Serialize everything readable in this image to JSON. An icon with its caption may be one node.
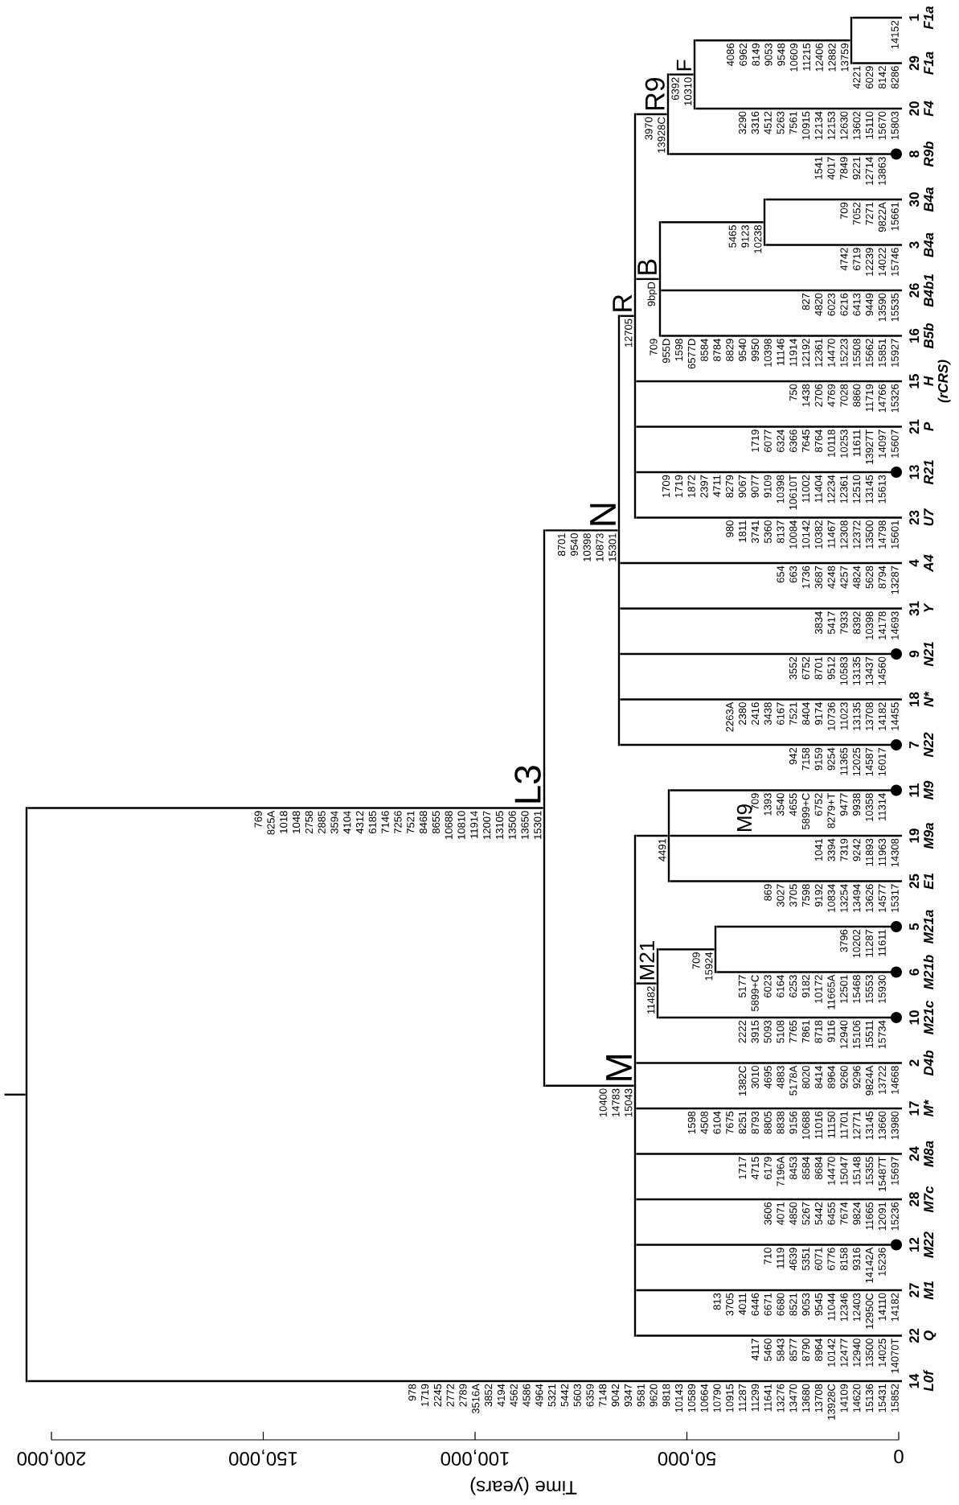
{
  "diagram": {
    "nodes": [
      {
        "text": [],
        "shape": "bar"
      },
      {
        "text": [
          "L3"
        ]
      },
      {
        "text": [
          "M"
        ]
      },
      {
        "text": [
          "M21"
        ]
      },
      {
        "text": [],
        "shape": "bar"
      },
      {
        "text": [
          "M9"
        ]
      },
      {
        "text": [
          "N"
        ]
      },
      {
        "text": [
          "R"
        ]
      },
      {
        "text": [
          "B"
        ]
      },
      {
        "text": [],
        "shape": "bar"
      },
      {
        "text": [
          "R9"
        ]
      },
      {
        "text": [
          "F"
        ]
      },
      {
        "text": [],
        "shape": "bar"
      },
      {
        "text": [
          "14",
          "L0f"
        ]
      },
      {
        "text": [
          "22",
          "Q"
        ]
      },
      {
        "text": [
          "27",
          "M1"
        ]
      },
      {
        "text": [
          "12",
          "M22"
        ]
      },
      {
        "text": [
          "28",
          "M7c"
        ]
      },
      {
        "text": [
          "24",
          "M8a"
        ]
      },
      {
        "text": [
          "17",
          "M*"
        ]
      },
      {
        "text": [
          "2",
          "D4b"
        ]
      },
      {
        "text": [
          "10",
          "M21c"
        ]
      },
      {
        "text": [
          "6",
          "M21b"
        ]
      },
      {
        "text": [
          "5",
          "M21a"
        ]
      },
      {
        "text": [
          "25",
          "E1"
        ]
      },
      {
        "text": [
          "19",
          "M9a"
        ]
      },
      {
        "text": [
          "11",
          "M9"
        ]
      },
      {
        "text": [
          "7",
          "N22"
        ]
      },
      {
        "text": [
          "18",
          "N*"
        ]
      },
      {
        "text": [
          "9",
          "N21"
        ]
      },
      {
        "text": [
          "31",
          "Y"
        ]
      },
      {
        "text": [
          "4",
          "A4"
        ]
      },
      {
        "text": [
          "23",
          "U7"
        ]
      },
      {
        "text": [
          "13",
          "R21"
        ]
      },
      {
        "text": [
          "21",
          "P"
        ]
      },
      {
        "text": [
          "15",
          "H",
          "(rCRS)"
        ]
      },
      {
        "text": [
          "16",
          "B5b"
        ]
      },
      {
        "text": [
          "26",
          "B4b1"
        ]
      },
      {
        "text": [
          "3",
          "B4a"
        ]
      },
      {
        "text": [
          "30",
          "B4a"
        ]
      },
      {
        "text": [
          "8",
          "R9b"
        ]
      },
      {
        "text": [
          "20",
          "F4"
        ]
      },
      {
        "text": [
          "29",
          "F1a"
        ]
      },
      {
        "text": [
          "1",
          "F1a"
        ]
      }
    ],
    "edges": [
      {
        "from": null,
        "to": 0,
        "arrow": "none"
      },
      {
        "from": 0,
        "to": 13,
        "arrow": "none",
        "label": "978 1719 2245 2772 2789 3516A 3852 4194 4562 4586 4964 5321 5442 5603 6359 7148 9042 9347 9581 9620 9818 10143 10589 10664 10790 10915 11287 11299 11641 13276 13470 13680 13708 13928C 14109 14620 15136 15431 15852"
      },
      {
        "from": 0,
        "to": 1,
        "arrow": "none",
        "label": "769 825A 1018 1048 2758 2885 3594 4104 4312 6185 7146 7256 7521 8468 8655 10688 10810 11914 12007 13105 13506 13650 15301"
      },
      {
        "from": 1,
        "to": 2,
        "arrow": "none",
        "label": "10400 14783 15043"
      },
      {
        "from": 1,
        "to": 6,
        "arrow": "none",
        "label": "8701 9540 10398 10873 15301"
      },
      {
        "from": 2,
        "to": 14,
        "arrow": "none",
        "label": "4117 5460 5843 8577 8790 8964 10142 12477 12940 13500 14025 14070T"
      },
      {
        "from": 2,
        "to": 15,
        "arrow": "none",
        "label": "813 3705 4011 6446 6671 6680 8521 9053 9545 11044 12346 12403 12950C 14110 14182"
      },
      {
        "from": 2,
        "to": 16,
        "arrow": "other",
        "label": "710 1119 4639 5351 6071 6776 8158 9316 14142A 15236"
      },
      {
        "from": 2,
        "to": 17,
        "arrow": "none",
        "label": "3606 4071 4850 5267 5442 6455 7674 9824 11665 12091 15236"
      },
      {
        "from": 2,
        "to": 18,
        "arrow": "none",
        "label": "1717 4715 6179 7196A 8453 8584 8684 14470 15047 15148 15355 15487T 15697"
      },
      {
        "from": 2,
        "to": 19,
        "arrow": "none",
        "label": "1598 4508 6104 7675 8251 8793 8805 8838 9156 10688 11016 11150 11701 12771 13145 13660 13980"
      },
      {
        "from": 2,
        "to": 20,
        "arrow": "none",
        "label": "1382C 3010 4695 4883 5178A 8020 8414 8964 9260 9296 9824A 13722 14668"
      },
      {
        "from": 2,
        "to": 3,
        "arrow": "none",
        "label": "11482"
      },
      {
        "from": 2,
        "to": 5,
        "arrow": "none",
        "label": "4491"
      },
      {
        "from": 3,
        "to": 21,
        "arrow": "other",
        "label": "2222 3915 5093 5108 7765 7861 8718 9116 12940 15106 15511 15734"
      },
      {
        "from": 3,
        "to": 4,
        "arrow": "none",
        "label": "709 15924"
      },
      {
        "from": 4,
        "to": 22,
        "arrow": "other",
        "label": "5177 5899+C 6023 6164 6253 9182 10172 11665A 12501 15468 15553 15930"
      },
      {
        "from": 4,
        "to": 23,
        "arrow": "other",
        "label": "3796 10202 11287 11611"
      },
      {
        "from": 5,
        "to": 24,
        "arrow": "none",
        "label": "869 3027 3705 7598 9192 10834 13254 13494 13626 14577 15317"
      },
      {
        "from": 5,
        "to": 25,
        "arrow": "none",
        "label": "1041 3394 7319 9242 11893 11963 14308"
      },
      {
        "from": 5,
        "to": 26,
        "arrow": "other",
        "label": "709 1393 3540 4655 5899+C 6752 8279+T 9477 9938 10358 11314"
      },
      {
        "from": 6,
        "to": 27,
        "arrow": "other",
        "label": "942 7158 9159 9254 11365 12025 14587 16017"
      },
      {
        "from": 6,
        "to": 28,
        "arrow": "none",
        "label": "2263A 2380 2416 3438 6167 7521 8404 9174 10736 11023 13135 13708 14182 14455"
      },
      {
        "from": 6,
        "to": 29,
        "arrow": "other",
        "label": "3552 6752 8701 9512 10583 13135 13437 14560"
      },
      {
        "from": 6,
        "to": 30,
        "arrow": "none",
        "label": "3834 5417 7933 8392 10398 14178 14693"
      },
      {
        "from": 6,
        "to": 31,
        "arrow": "none",
        "label": "654 663 1736 3687 4248 4257 4824 5628 8794 13287"
      },
      {
        "from": 6,
        "to": 7,
        "arrow": "none",
        "label": "12705"
      },
      {
        "from": 7,
        "to": 32,
        "arrow": "none",
        "label": "980 1811 3741 5360 8137 10084 10142 10382 11467 12308 12372 13500 14798 15601"
      },
      {
        "from": 7,
        "to": 33,
        "arrow": "other",
        "label": "1709 1719 1872 2397 4711 8279 9067 9077 9109 10398 10610T 11002 11404 12234 12361 12510 13145 15613"
      },
      {
        "from": 7,
        "to": 34,
        "arrow": "none",
        "label": "1719 6077 6324 6366 7645 8764 10118 10253 11611 13927T 14097 15607"
      },
      {
        "from": 7,
        "to": 35,
        "arrow": "none",
        "label": "750 1438 2706 4769 7028 8860 11719 14766 15326"
      },
      {
        "from": 7,
        "to": 8,
        "arrow": "none",
        "label": "9bpD"
      },
      {
        "from": 7,
        "to": 10,
        "arrow": "none",
        "label": "3970 13928C"
      },
      {
        "from": 8,
        "to": 36,
        "arrow": "none",
        "label": "709 955D 1598 6577D 8584 8784 8829 9540 9950 10398 11146 11914 12192 12361 14470 15223 15508 15662 15851 15927"
      },
      {
        "from": 8,
        "to": 37,
        "arrow": "none",
        "label": "827 4820 6023 6216 6413 9449 13590 15535"
      },
      {
        "from": 8,
        "to": 9,
        "arrow": "none",
        "label": "5465 9123 10238"
      },
      {
        "from": 9,
        "to": 38,
        "arrow": "none",
        "label": "4742 6719 12239 14022 15746"
      },
      {
        "from": 9,
        "to": 39,
        "arrow": "none",
        "label": "709 7052 7271 9822A 15661"
      },
      {
        "from": 10,
        "to": 40,
        "arrow": "other",
        "label": "1541 4017 7849 9221 12714 13863"
      },
      {
        "from": 10,
        "to": 11,
        "arrow": "none",
        "label": "6392 10310"
      },
      {
        "from": 11,
        "to": 41,
        "arrow": "none",
        "label": "3290 3316 4512 5263 7561 10915 12134 12153 12630 13602 15110 15670 15803"
      },
      {
        "from": 11,
        "to": 12,
        "arrow": "none",
        "label": "4086 6962 8149 9053 9548 10609 11215 12406 12882 13759"
      },
      {
        "from": 12,
        "to": 42,
        "arrow": "none",
        "label": "4221 6029 8142 8286"
      },
      {
        "from": 12,
        "to": 43,
        "arrow": "none",
        "label": "14152"
      }
    ],
    "labels": [
      "200,000",
      "150,000",
      "100,000",
      "50,000",
      "0",
      "Time (years)"
    ]
  }
}
